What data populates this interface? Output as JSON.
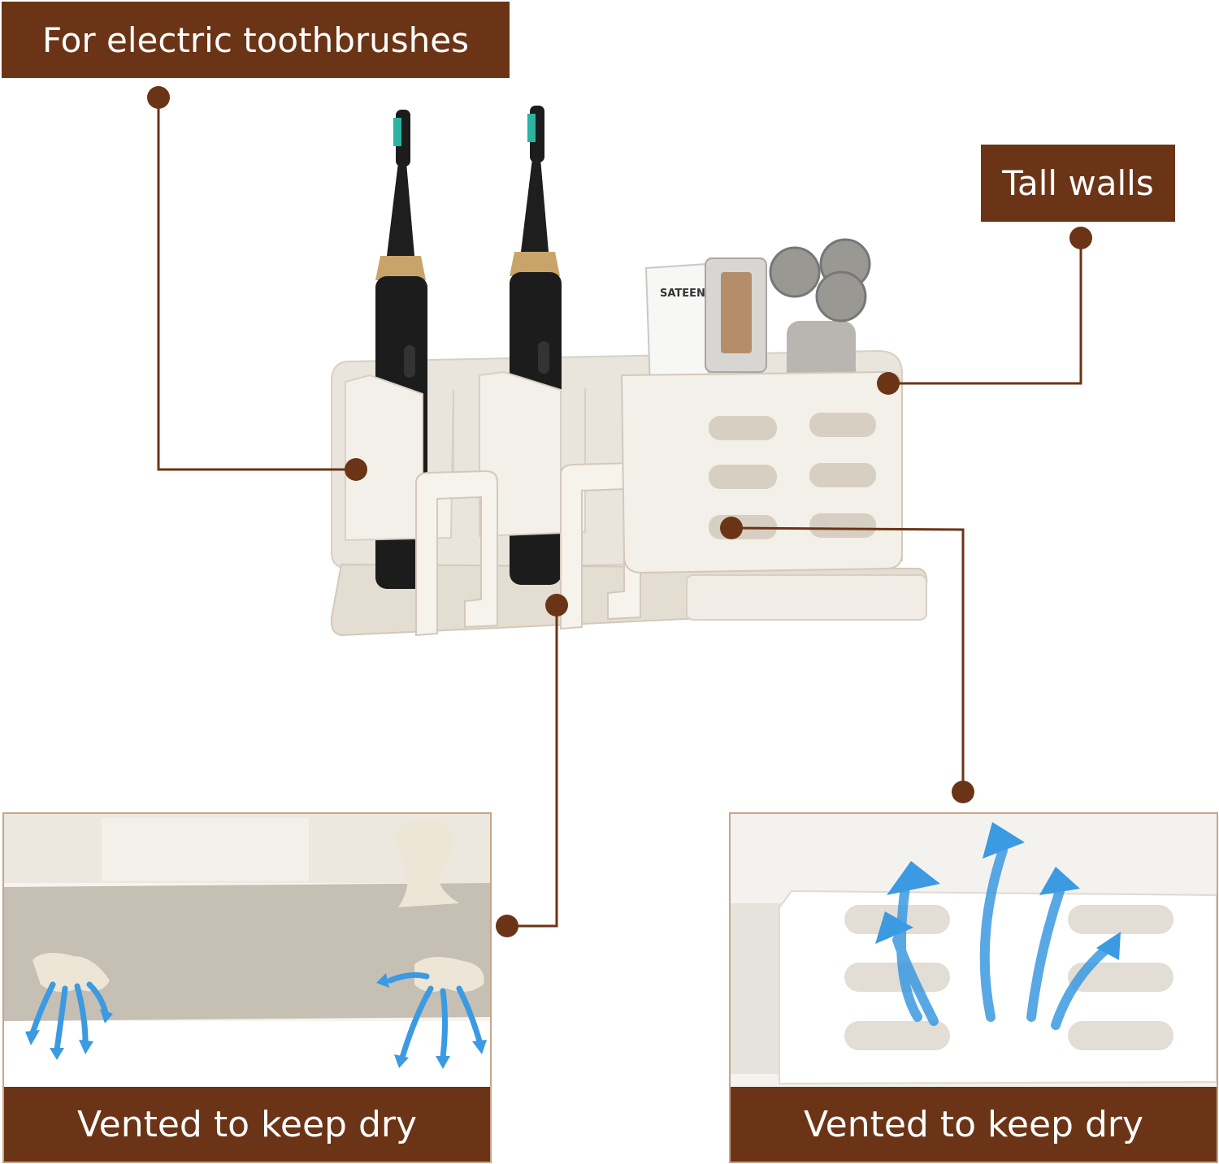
{
  "labels": {
    "electric": "For electric toothbrushes",
    "tall_walls": "Tall walls"
  },
  "product": {
    "tube_brand": "SATEEN"
  },
  "panels": {
    "left_caption": "Vented to keep dry",
    "right_caption": "Vented to keep dry"
  },
  "colors": {
    "brand_brown": "#6b3416",
    "callout_dot": "#6b3416",
    "holder_body": "#ece6dc",
    "airflow_arrow": "#3b9ae1"
  }
}
